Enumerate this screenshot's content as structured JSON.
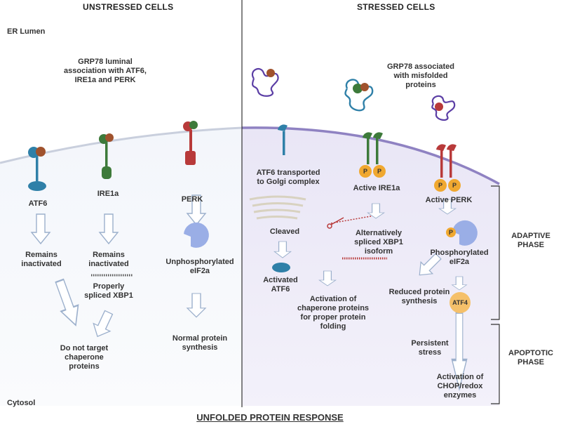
{
  "headers": {
    "unstressed": "UNSTRESSED CELLS",
    "stressed": "STRESSED CELLS"
  },
  "regions": {
    "er_lumen": "ER Lumen",
    "cytosol": "Cytosol"
  },
  "title": "UNFOLDED PROTEIN RESPONSE",
  "unstressed": {
    "grp78_note": [
      "GRP78 luminal",
      "association with ATF6,",
      "IRE1a and PERK"
    ],
    "atf6": {
      "label": "ATF6",
      "outcome": [
        "Remains",
        "inactivated"
      ]
    },
    "ire1a": {
      "label": "IRE1a",
      "outcome": [
        "Remains",
        "inactivated"
      ],
      "xbp1": [
        "Properly",
        "spliced XBP1"
      ]
    },
    "perk": {
      "label": "PERK",
      "eif2a": [
        "Unphosphorylated",
        "eIF2a"
      ],
      "result": [
        "Normal protein",
        "synthesis"
      ]
    },
    "shared_outcome": [
      "Do not target",
      "chaperone",
      "proteins"
    ]
  },
  "stressed": {
    "grp78_note": [
      "GRP78 associated",
      "with  misfolded",
      "proteins"
    ],
    "atf6": {
      "transport": [
        "ATF6 transported",
        "to Golgi complex"
      ],
      "cleaved": "Cleaved",
      "activated": [
        "Activated",
        "ATF6"
      ]
    },
    "ire1a": {
      "label": "Active  IRE1a",
      "xbp1": [
        "Alternatively",
        "spliced XBP1",
        "isoform"
      ]
    },
    "chaperone": [
      "Activation of",
      "chaperone  proteins",
      "for proper protein",
      "folding"
    ],
    "perk": {
      "label": "Active PERK",
      "eif2a": [
        "Phosphorylated",
        "eIF2a"
      ],
      "reduced": [
        "Reduced protein",
        "synthesis"
      ],
      "atf4": "ATF4"
    },
    "apoptotic": {
      "stress": [
        "Persistent",
        "stress"
      ],
      "result": [
        "Activation of",
        "CHOP/redox",
        "enzymes"
      ]
    },
    "phospho_mark": "P"
  },
  "phases": {
    "adaptive": [
      "ADAPTIVE",
      "PHASE"
    ],
    "apoptotic": [
      "APOPTOTIC",
      "PHASE"
    ]
  },
  "colors": {
    "atf6": "#2f80a8",
    "ire1a": "#3d7a3a",
    "perk": "#b83a3a",
    "grp78": "#a0522d",
    "phospho": "#f0a830",
    "eif2a": "#9aaee6",
    "arrow": "#b8c6dc",
    "membrane": "#8f82c2"
  }
}
